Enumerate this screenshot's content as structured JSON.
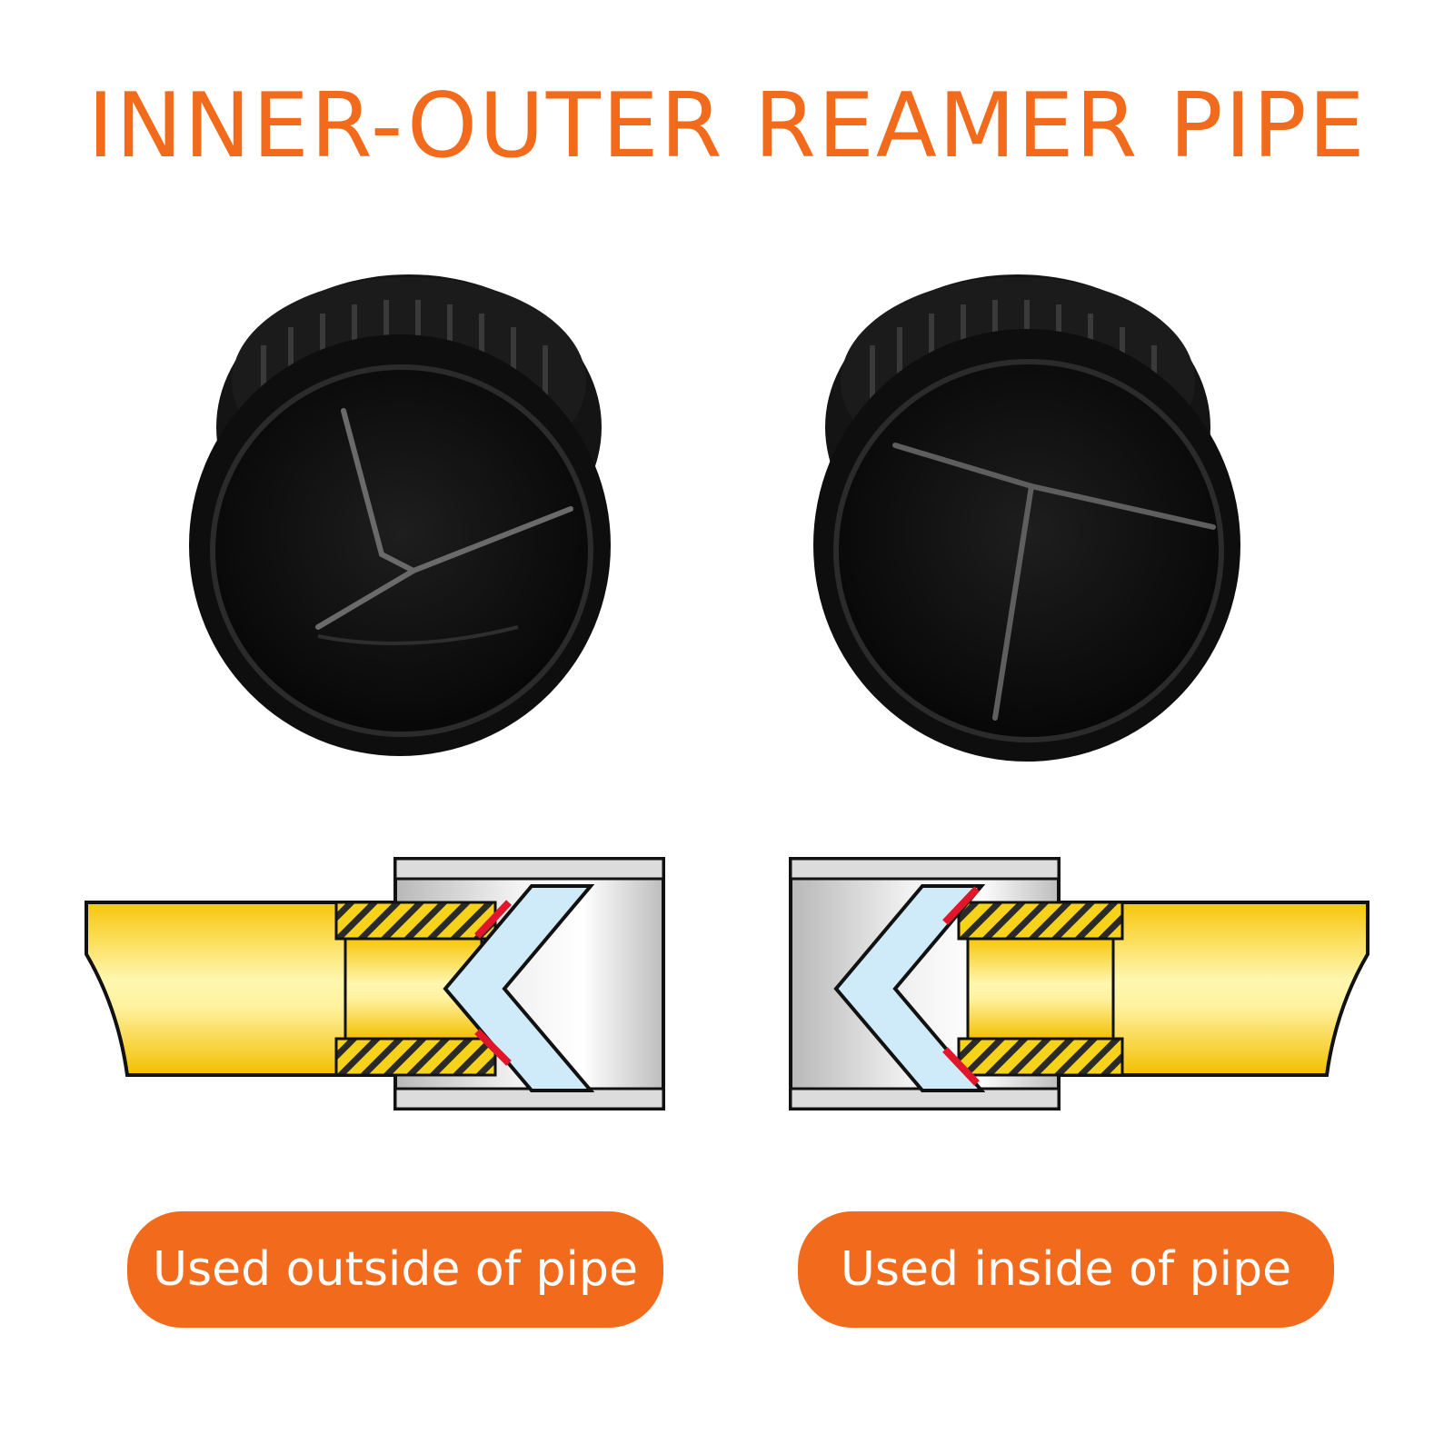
{
  "title": "INNER-OUTER REAMER PIPE",
  "labels": {
    "outside": "Used outside of pipe",
    "inside": "Used inside of pipe"
  },
  "colors": {
    "accent": "#f26b1d",
    "tool_black": "#111111",
    "pipe_yellow": "#f6c910",
    "metal_silver": "#c9c9c9",
    "blade_blue": "#bfe3f5",
    "contact_red": "#e2162b"
  },
  "icons": {
    "reamer_outer_face": "reamer-outer-face-icon",
    "reamer_inner_face": "reamer-inner-face-icon",
    "diagram_outside": "reaming-outside-diagram",
    "diagram_inside": "reaming-inside-diagram"
  }
}
